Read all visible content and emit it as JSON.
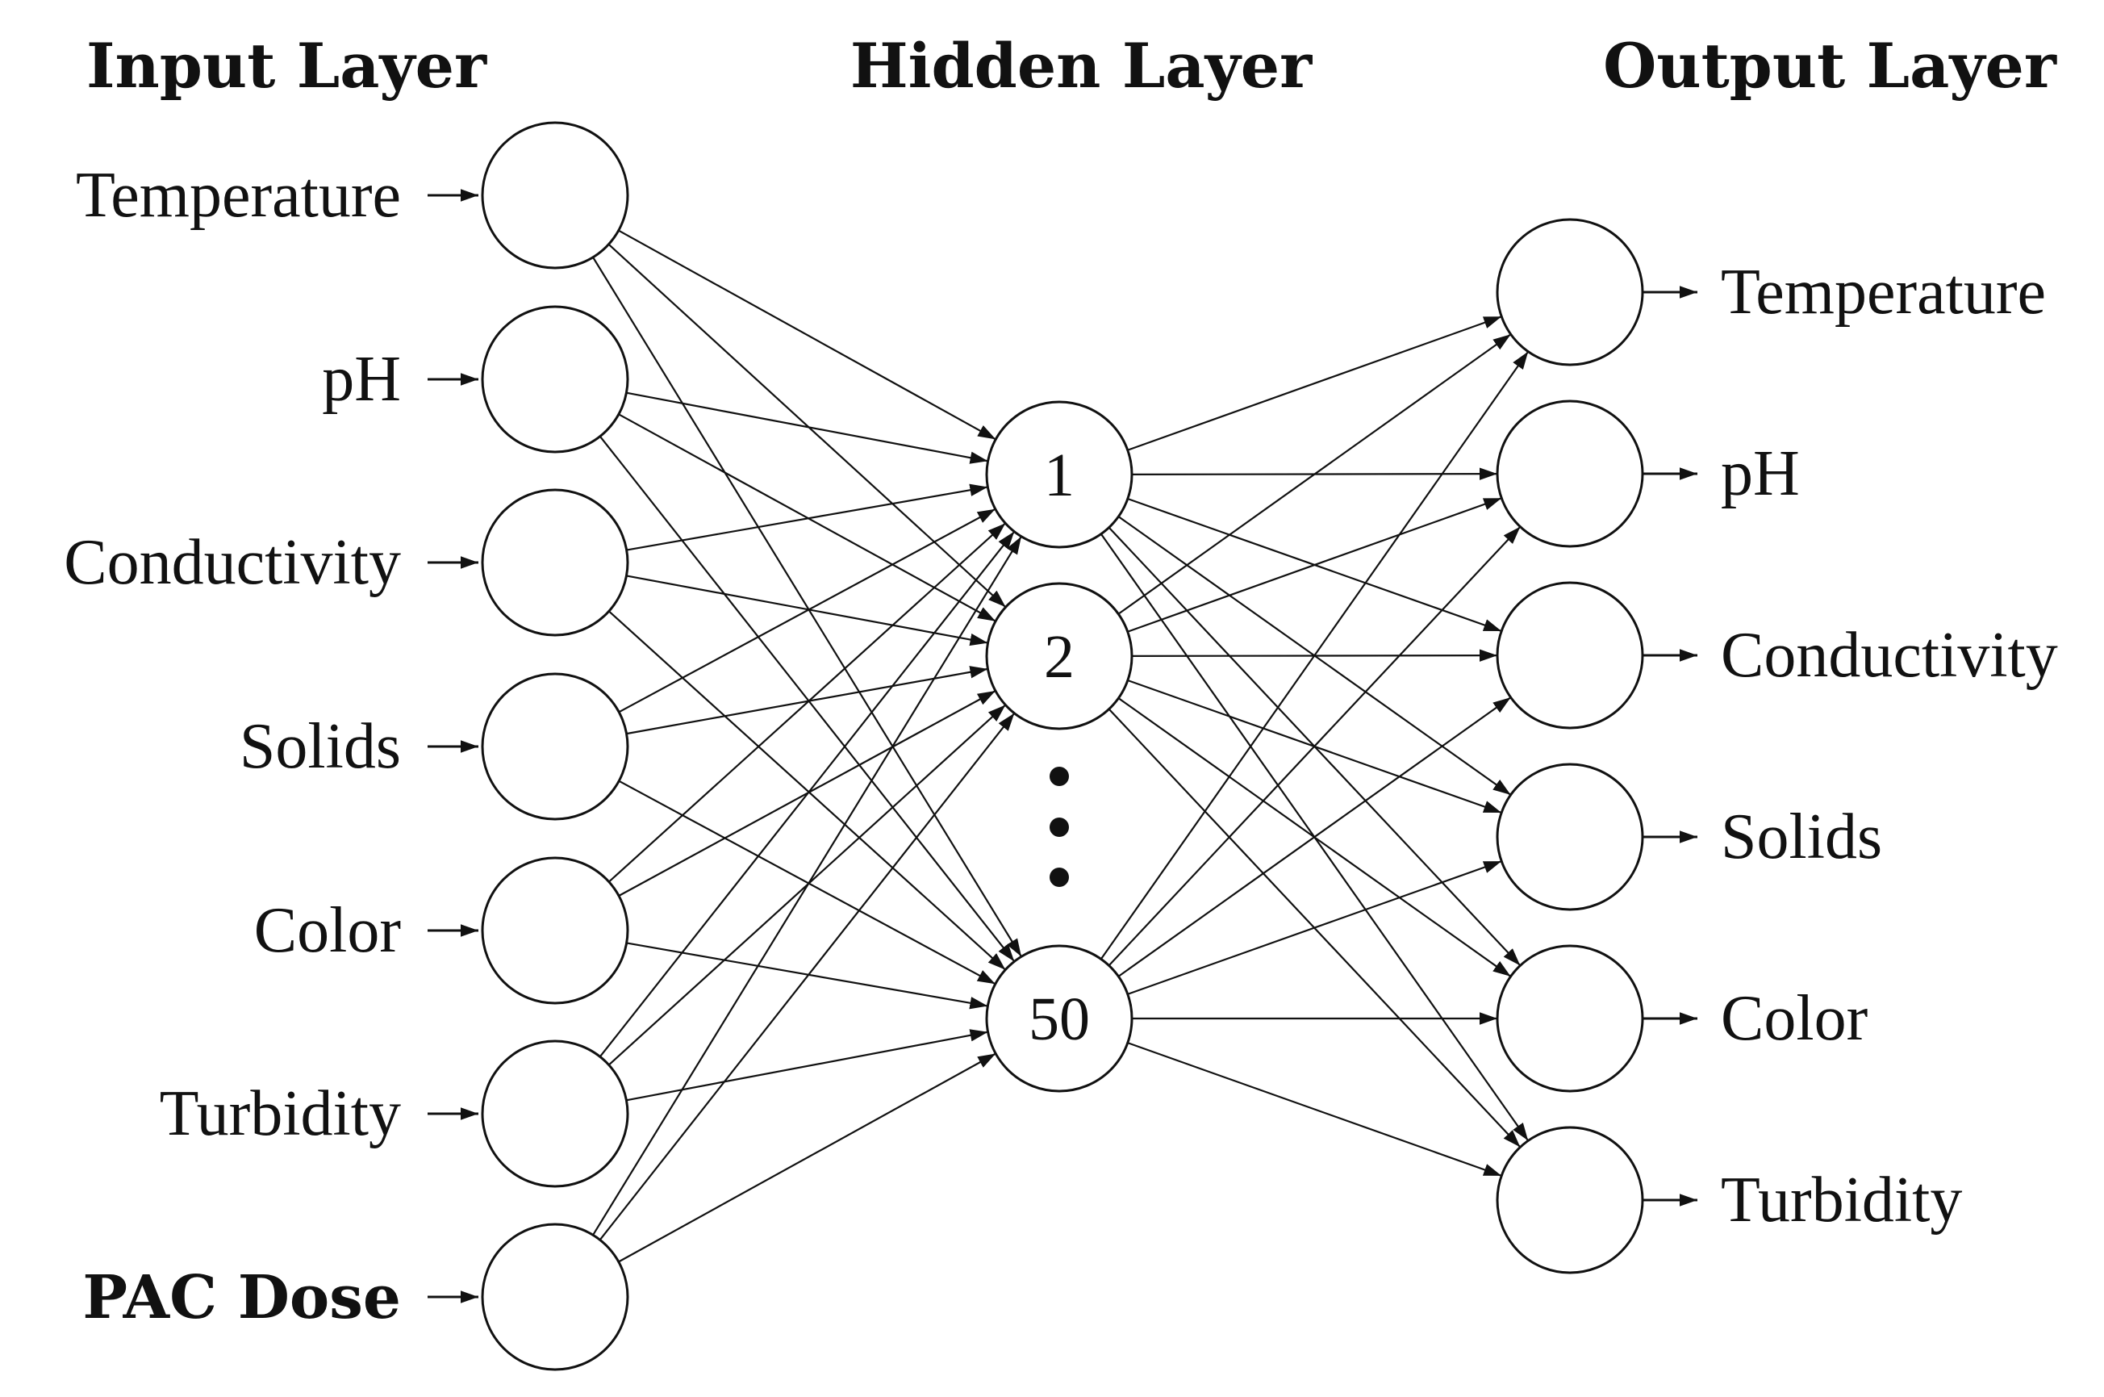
{
  "titles": {
    "input": "Input Layer",
    "hidden": "Hidden Layer",
    "output": "Output Layer"
  },
  "input_nodes": [
    {
      "label": "Temperature",
      "bold": false
    },
    {
      "label": "pH",
      "bold": false
    },
    {
      "label": "Conductivity",
      "bold": false
    },
    {
      "label": "Solids",
      "bold": false
    },
    {
      "label": "Color",
      "bold": false
    },
    {
      "label": "Turbidity",
      "bold": false
    },
    {
      "label": "PAC Dose",
      "bold": true
    }
  ],
  "hidden_nodes": [
    "1",
    "2",
    "50"
  ],
  "output_nodes": [
    "Temperature",
    "pH",
    "Conductivity",
    "Solids",
    "Color",
    "Turbidity"
  ],
  "colors": {
    "stroke": "#111111",
    "background": "#ffffff"
  }
}
